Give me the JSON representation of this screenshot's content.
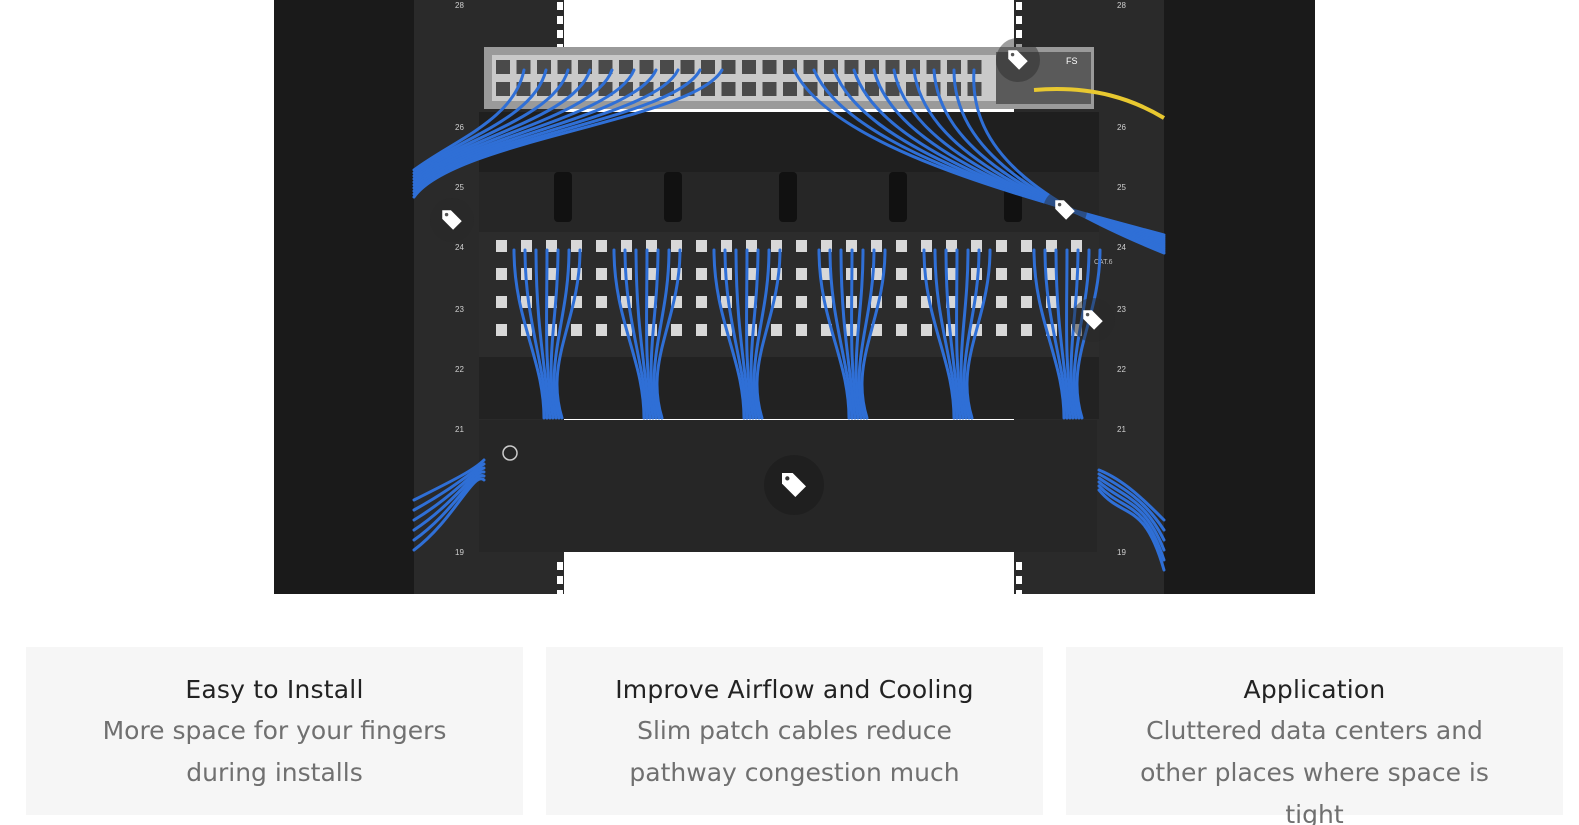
{
  "hero": {
    "image_icon": "rack-cable-management-photo",
    "hotspot_icon": "tag-icon",
    "rack_unit_labels": [
      "28",
      "26",
      "25",
      "24",
      "23",
      "22",
      "21",
      "19"
    ],
    "panel_label": "CAT.6",
    "brand_mark": "FS"
  },
  "features": [
    {
      "title": "Easy to Install",
      "description": "More space for your fingers during installs"
    },
    {
      "title": "Improve Airflow and Cooling",
      "description": "Slim patch cables reduce pathway congestion much"
    },
    {
      "title": "Application",
      "description": "Cluttered data centers and other places where space is tight"
    }
  ],
  "colors": {
    "rack": "#1c1c1c",
    "cable": "#2f6fd6",
    "card_bg": "#f6f6f6",
    "title": "#222222",
    "desc": "#707070"
  }
}
